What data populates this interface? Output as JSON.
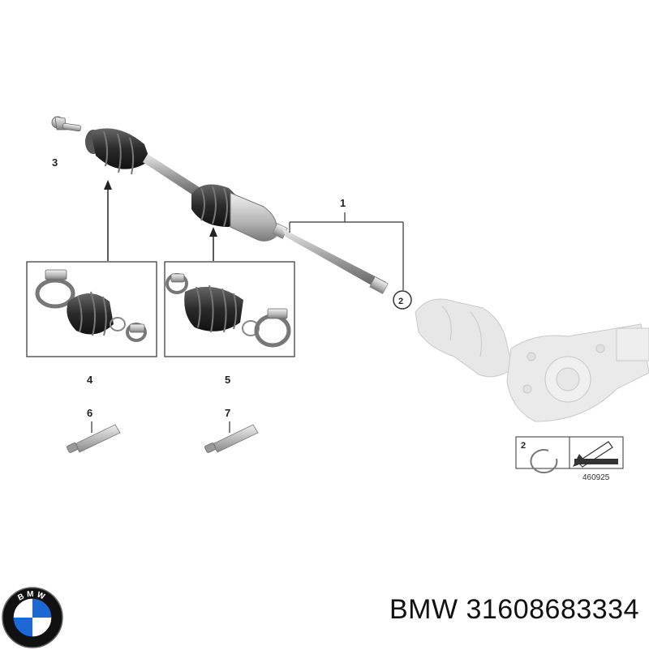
{
  "diagram": {
    "callouts": {
      "c1": "1",
      "c2": "2",
      "c3": "3",
      "c4": "4",
      "c5": "5",
      "c6": "6",
      "c7": "7"
    },
    "legend": {
      "ring_number": "2",
      "image_code": "460925"
    }
  },
  "footer": {
    "brand": "BMW",
    "part_number": "31608683334",
    "logo_letters": "BMW",
    "logo_colors": {
      "blue": "#1c69d4",
      "white": "#ffffff",
      "ring": "#111111"
    }
  }
}
